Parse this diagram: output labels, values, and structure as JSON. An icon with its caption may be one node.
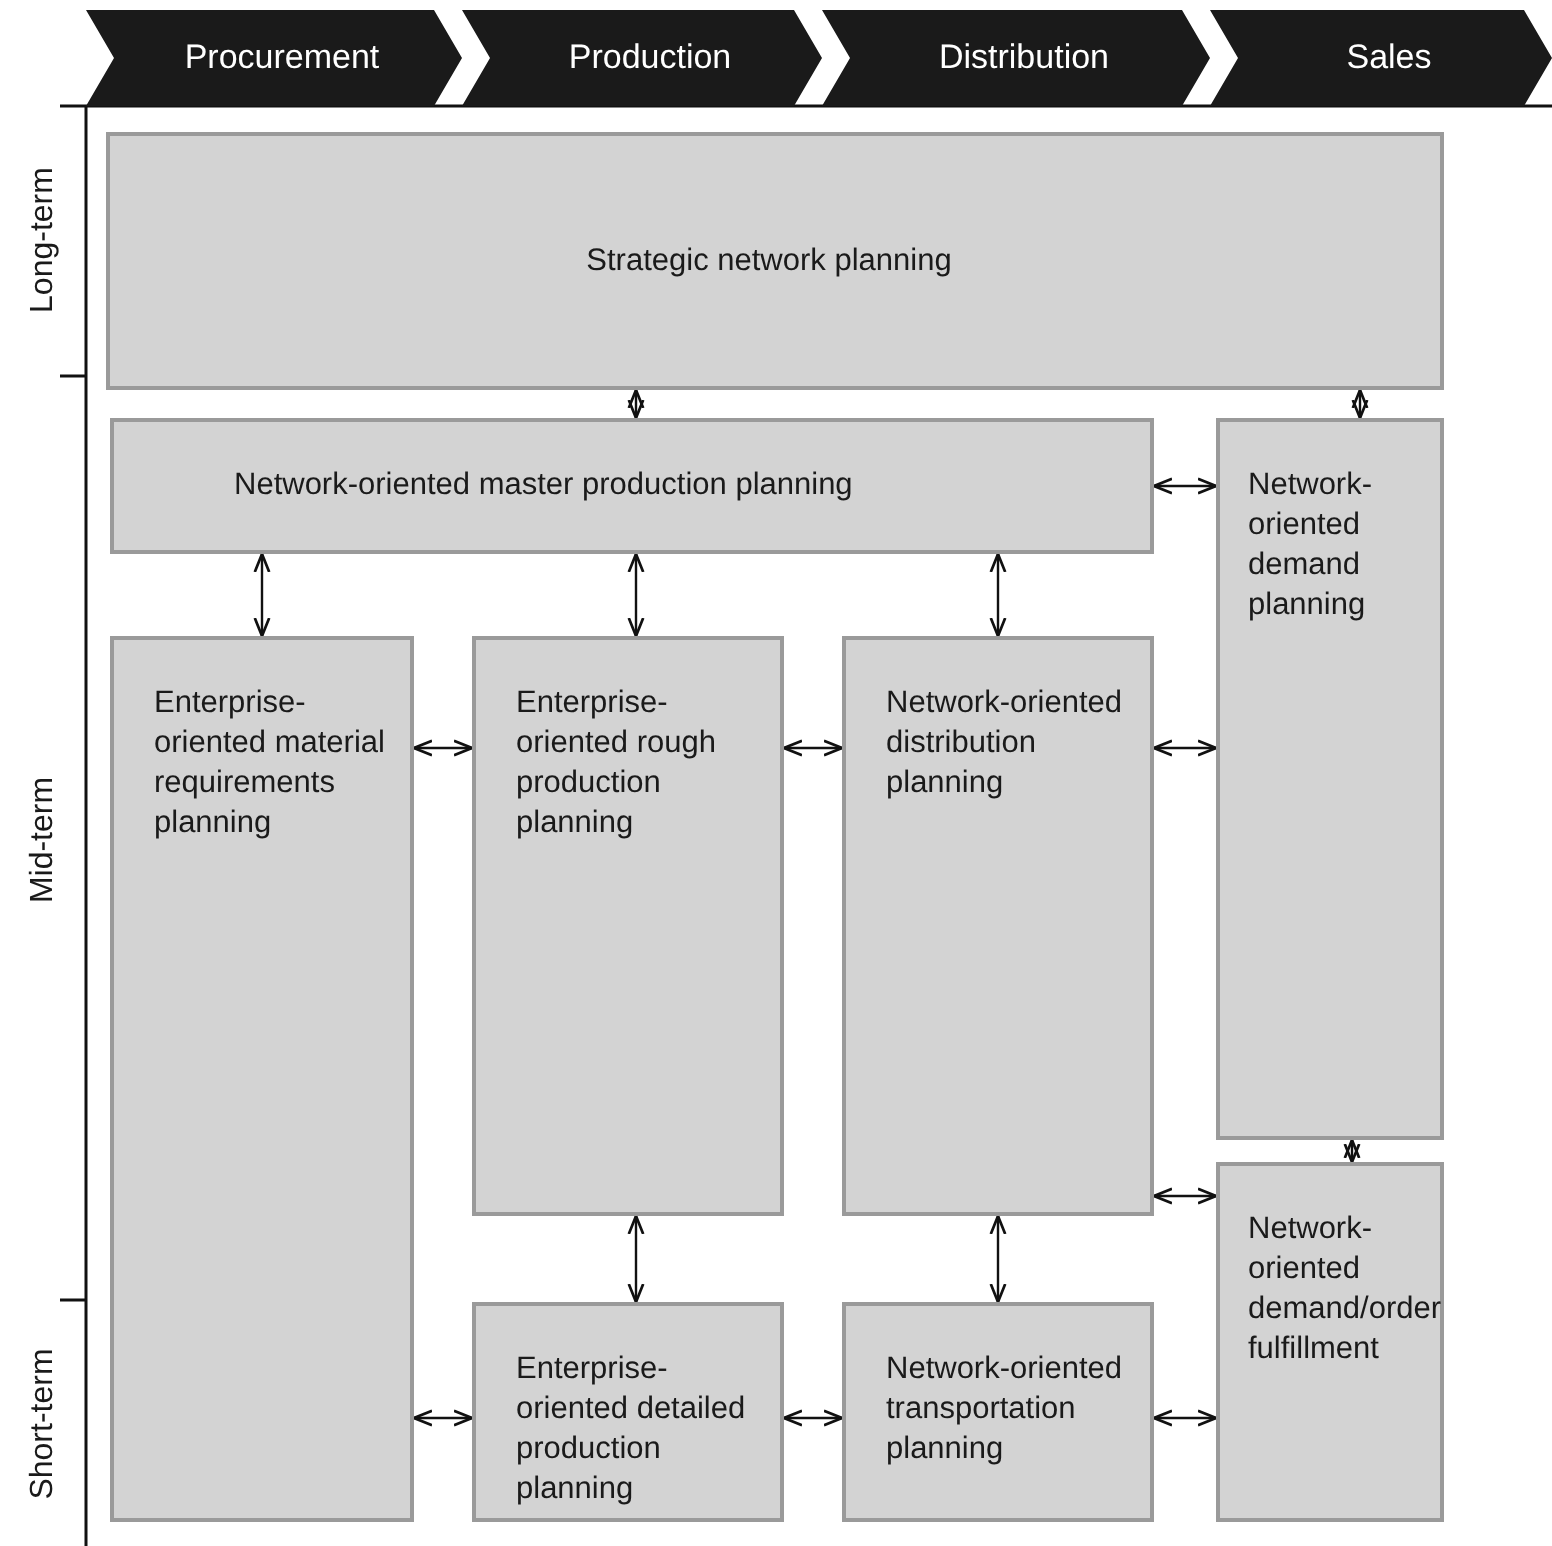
{
  "diagram": {
    "nodes": [
      {
        "text": [
          "Procurement"
        ]
      },
      {
        "text": [
          "Production"
        ]
      },
      {
        "text": [
          "Distribution"
        ]
      },
      {
        "text": [
          "Sales"
        ]
      },
      {
        "text": [
          "Strategic network planning"
        ]
      },
      {
        "text": [
          "Network-oriented master production planning"
        ]
      },
      {
        "text": [
          "Network-oriented demand planning"
        ]
      },
      {
        "text": [
          "Enterprise-oriented material requirements planning"
        ]
      },
      {
        "text": [
          "Enterprise-oriented rough production planning"
        ]
      },
      {
        "text": [
          "Network-oriented distribution planning"
        ]
      },
      {
        "text": [
          "Network-oriented demand/order fulfillment"
        ]
      },
      {
        "text": [
          "Enterprise-oriented detailed production planning"
        ]
      },
      {
        "text": [
          "Network-oriented transportation planning"
        ]
      }
    ],
    "edges": [
      {
        "from": 4,
        "to": 5,
        "arrow": "both"
      },
      {
        "from": 4,
        "to": 6,
        "arrow": "both"
      },
      {
        "from": 5,
        "to": 6,
        "arrow": "both"
      },
      {
        "from": 5,
        "to": 7,
        "arrow": "both"
      },
      {
        "from": 5,
        "to": 8,
        "arrow": "both"
      },
      {
        "from": 5,
        "to": 9,
        "arrow": "both"
      },
      {
        "from": 7,
        "to": 8,
        "arrow": "both"
      },
      {
        "from": 8,
        "to": 9,
        "arrow": "both"
      },
      {
        "from": 9,
        "to": 6,
        "arrow": "both"
      },
      {
        "from": 6,
        "to": 10,
        "arrow": "both"
      },
      {
        "from": 9,
        "to": 10,
        "arrow": "both"
      },
      {
        "from": 8,
        "to": 11,
        "arrow": "both"
      },
      {
        "from": 9,
        "to": 12,
        "arrow": "both"
      },
      {
        "from": 7,
        "to": 11,
        "arrow": "both"
      },
      {
        "from": 11,
        "to": 12,
        "arrow": "both"
      },
      {
        "from": 12,
        "to": 10,
        "arrow": "both"
      }
    ],
    "labels": [
      "Long-term",
      "Mid-term",
      "Short-term"
    ]
  }
}
